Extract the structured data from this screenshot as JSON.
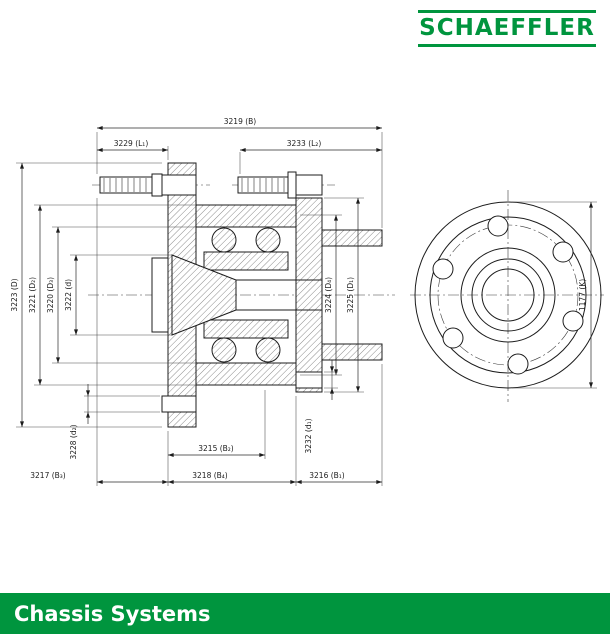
{
  "header": {
    "brand": "SCHAEFFLER"
  },
  "footer": {
    "label": "Chassis Systems"
  },
  "colors": {
    "brand_green": "#00953e",
    "line_color": "#1c1c1c",
    "background": "#ffffff"
  },
  "drawing": {
    "description": "wheel-bearing-unit-section-and-front-view",
    "dimensions": {
      "B": "3219 (B)",
      "L1": "3229 (L₁)",
      "L2": "3233 (L₂)",
      "D": "3223 (D)",
      "D2": "3221 (D₂)",
      "D3": "3220 (D₃)",
      "d": "3222 (d)",
      "D4": "3224 (D₄)",
      "D1": "3225 (D₁)",
      "K": "1177 (K)",
      "d2": "3228 (d₂)",
      "B2": "3215 (B₂)",
      "d1": "3232 (d₁)",
      "B3": "3217 (B₃)",
      "B4": "3218 (B₄)",
      "B1": "3216 (B₁)"
    }
  }
}
